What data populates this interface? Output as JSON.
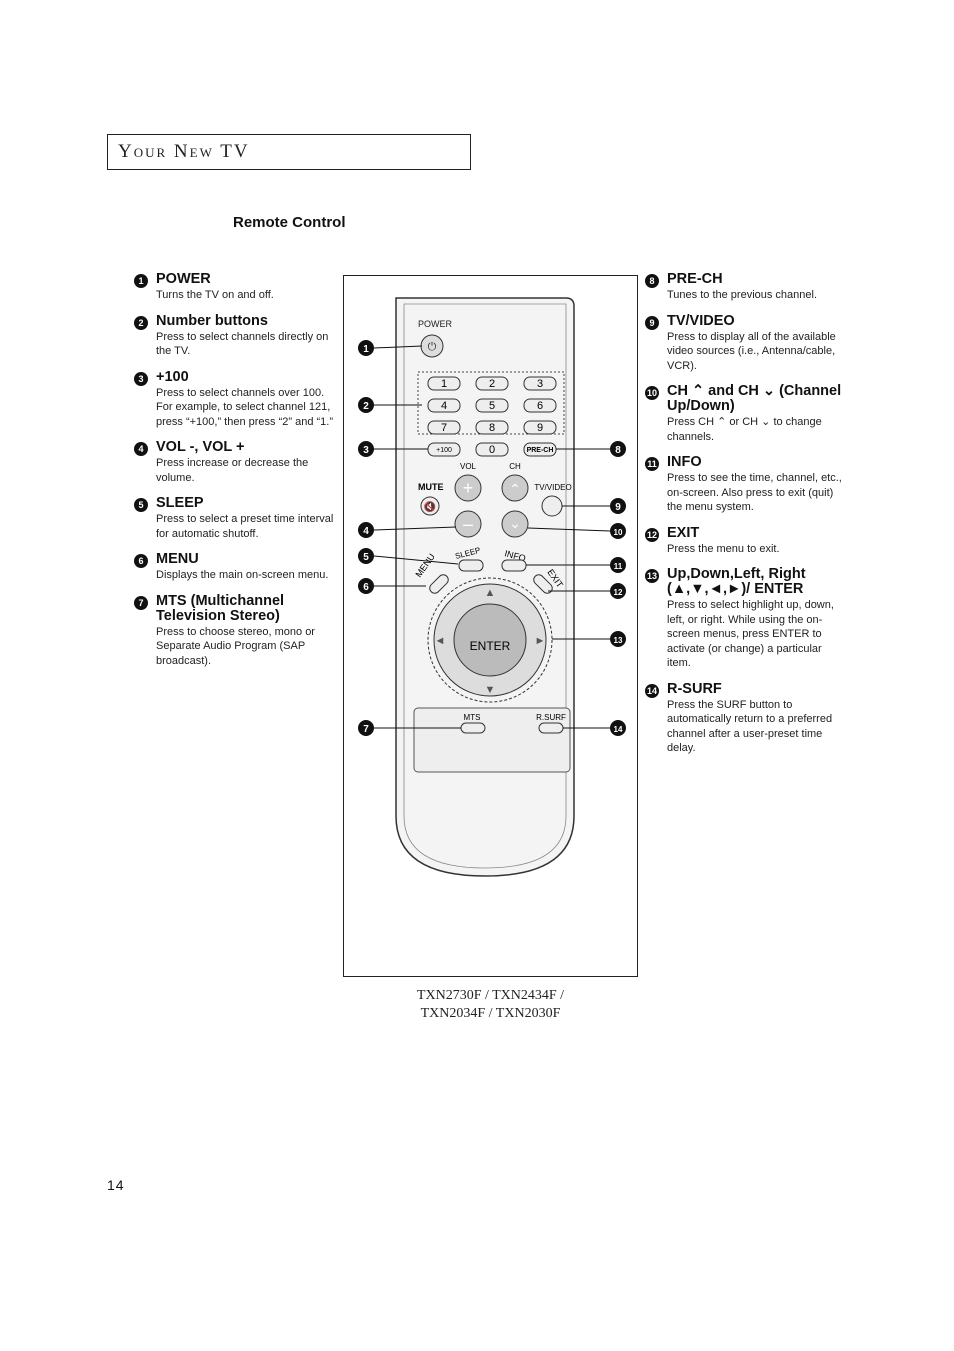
{
  "header": {
    "title": "Your New TV"
  },
  "section": {
    "title": "Remote Control"
  },
  "left_items": [
    {
      "num": "1",
      "title": "POWER",
      "desc": "Turns the TV on and off."
    },
    {
      "num": "2",
      "title": "Number buttons",
      "desc": "Press to select channels directly on the TV."
    },
    {
      "num": "3",
      "title": "+100",
      "desc": "Press to select channels over 100. For example, to select channel 121, press “+100,” then press “2” and “1.”"
    },
    {
      "num": "4",
      "title": "VOL -, VOL +",
      "desc": "Press increase or decrease the volume."
    },
    {
      "num": "5",
      "title": "SLEEP",
      "desc": "Press to select a preset time interval for automatic shutoff."
    },
    {
      "num": "6",
      "title": "MENU",
      "desc": "Displays the main on-screen menu."
    },
    {
      "num": "7",
      "title": "MTS (Multichannel Television Stereo)",
      "desc": "Press to choose stereo, mono or Separate Audio Program (SAP broadcast)."
    }
  ],
  "right_items": [
    {
      "num": "8",
      "title": "PRE-CH",
      "desc": "Tunes to the previous channel."
    },
    {
      "num": "9",
      "title": "TV/VIDEO",
      "desc": "Press to display all of the available video sources (i.e., Antenna/cable, VCR)."
    },
    {
      "num": "10",
      "title": "CH ⌃ and CH ⌄ (Channel Up/Down)",
      "desc": "Press CH ⌃ or CH ⌄ to change channels."
    },
    {
      "num": "11",
      "title": "INFO",
      "desc": "Press to see the time, channel, etc., on-screen. Also press to exit (quit) the menu system."
    },
    {
      "num": "12",
      "title": "EXIT",
      "desc": "Press the menu to exit."
    },
    {
      "num": "13",
      "title": "Up,Down,Left, Right (▲,▼,◄,►)/ ENTER",
      "desc": "Press to select highlight up, down, left, or right. While using the on-screen menus, press ENTER to activate (or change) a particular item."
    },
    {
      "num": "14",
      "title": "R-SURF",
      "desc": "Press the SURF button to automatically return to a preferred channel after a user-preset time delay."
    }
  ],
  "remote": {
    "power": "POWER",
    "digits": [
      "1",
      "2",
      "3",
      "4",
      "5",
      "6",
      "7",
      "8",
      "9",
      "0"
    ],
    "plus100": "+100",
    "prech": "PRE-CH",
    "vol": "VOL",
    "ch": "CH",
    "mute": "MUTE",
    "tvvideo": "TV/VIDEO",
    "sleep": "SLEEP",
    "info": "INFO",
    "menu": "MENU",
    "exit": "EXIT",
    "enter": "ENTER",
    "mts": "MTS",
    "rsurf": "R.SURF",
    "callouts": [
      "1",
      "2",
      "3",
      "4",
      "5",
      "6",
      "7",
      "8",
      "9",
      "10",
      "11",
      "12",
      "13",
      "14"
    ]
  },
  "caption": {
    "line1": "TXN2730F / TXN2434F /",
    "line2": "TXN2034F / TXN2030F"
  },
  "page_number": "14"
}
